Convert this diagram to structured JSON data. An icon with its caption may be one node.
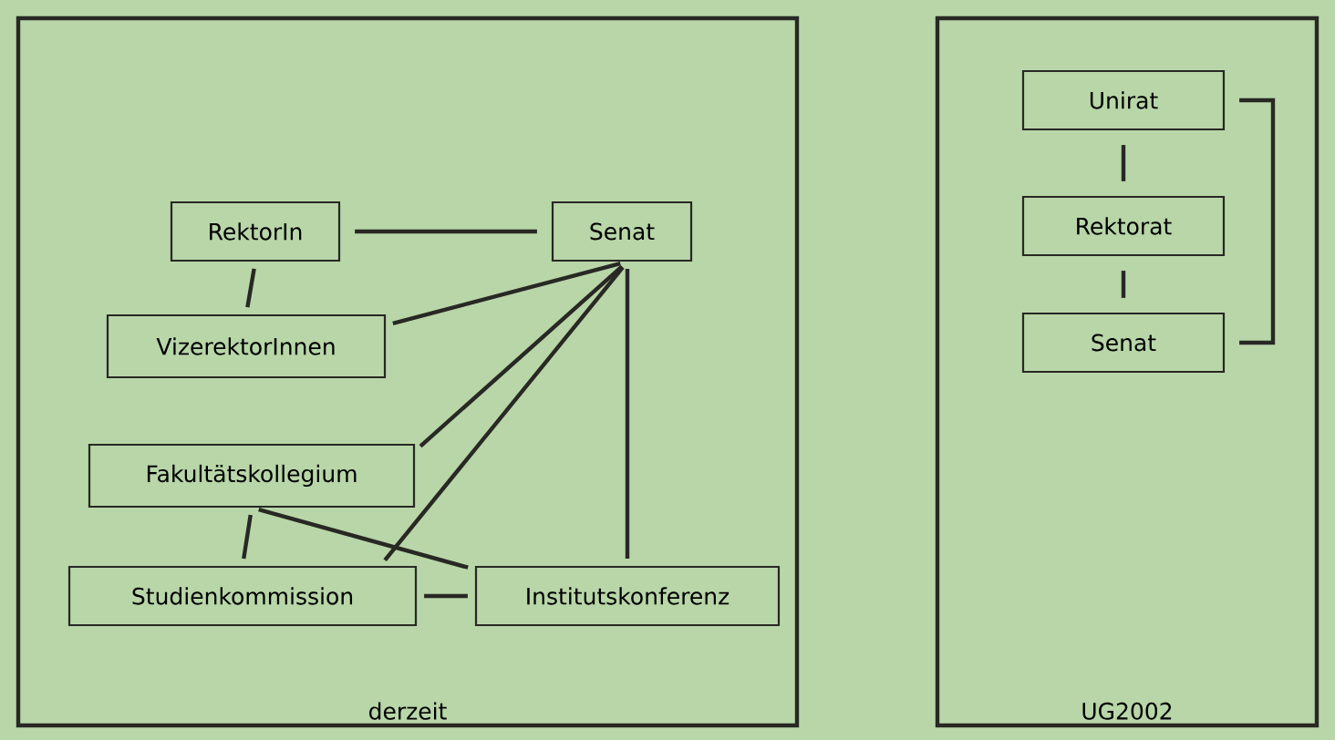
{
  "diagram": {
    "nodes": [
      {
        "text": [
          "derzeit"
        ]
      },
      {
        "text": [
          "RektorIn"
        ],
        "in": 0
      },
      {
        "text": [
          "Senat"
        ],
        "in": 0
      },
      {
        "text": [
          "VizerektorInnen"
        ],
        "in": 0
      },
      {
        "text": [
          "Fakultätskollegium"
        ],
        "in": 0
      },
      {
        "text": [
          "Studienkommission"
        ],
        "in": 0
      },
      {
        "text": [
          "Institutskonferenz"
        ],
        "in": 0
      },
      {
        "text": [
          "UG2002"
        ]
      },
      {
        "text": [
          "Unirat"
        ],
        "in": 7
      },
      {
        "text": [
          "Rektorat"
        ],
        "in": 7
      },
      {
        "text": [
          "Senat"
        ],
        "in": 7
      }
    ],
    "edges": [
      {
        "from": 1,
        "to": 2,
        "arrow": "none"
      },
      {
        "from": 1,
        "to": 3,
        "arrow": "none"
      },
      {
        "from": 2,
        "to": 3,
        "arrow": "none"
      },
      {
        "from": 2,
        "to": 4,
        "arrow": "none"
      },
      {
        "from": 2,
        "to": 5,
        "arrow": "none"
      },
      {
        "from": 2,
        "to": 6,
        "arrow": "none"
      },
      {
        "from": 4,
        "to": 5,
        "arrow": "none"
      },
      {
        "from": 4,
        "to": 6,
        "arrow": "none"
      },
      {
        "from": 5,
        "to": 6,
        "arrow": "none"
      },
      {
        "from": 8,
        "to": 9,
        "arrow": "none"
      },
      {
        "from": 9,
        "to": 10,
        "arrow": "none"
      },
      {
        "from": 8,
        "to": 10,
        "arrow": "none"
      }
    ]
  }
}
